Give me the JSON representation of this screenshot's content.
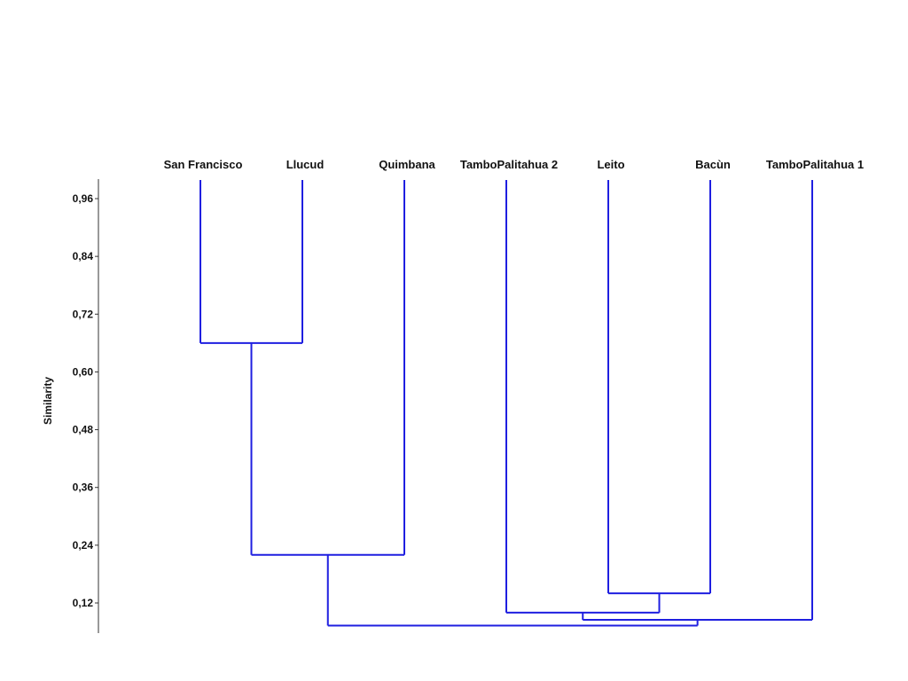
{
  "chart_data": {
    "type": "dendrogram",
    "ylabel": "Similarity",
    "ylim": [
      0.06,
      1.0
    ],
    "yticks": [
      "0,96",
      "0,84",
      "0,72",
      "0,60",
      "0,48",
      "0,36",
      "0,24",
      "0,12"
    ],
    "ytick_values": [
      0.96,
      0.84,
      0.72,
      0.6,
      0.48,
      0.36,
      0.24,
      0.12
    ],
    "leaves": [
      "San Francisco",
      "Llucud",
      "Quimbana",
      "TamboPalitahua 2",
      "Leito",
      "Bacùn",
      "TamboPalitahua 1"
    ],
    "merges": [
      {
        "id": "m1",
        "left": "San Francisco",
        "right": "Llucud",
        "similarity": 0.66
      },
      {
        "id": "m2",
        "left": "m1",
        "right": "Quimbana",
        "similarity": 0.22
      },
      {
        "id": "m3",
        "left": "Leito",
        "right": "Bacùn",
        "similarity": 0.14
      },
      {
        "id": "m4",
        "left": "TamboPalitahua 2",
        "right": "m3",
        "similarity": 0.1
      },
      {
        "id": "m5",
        "left": "m4",
        "right": "TamboPalitahua 1",
        "similarity": 0.085
      },
      {
        "id": "m6",
        "left": "m2",
        "right": "m5",
        "similarity": 0.073
      }
    ],
    "line_color": "#1f1fe0",
    "grid": false
  }
}
